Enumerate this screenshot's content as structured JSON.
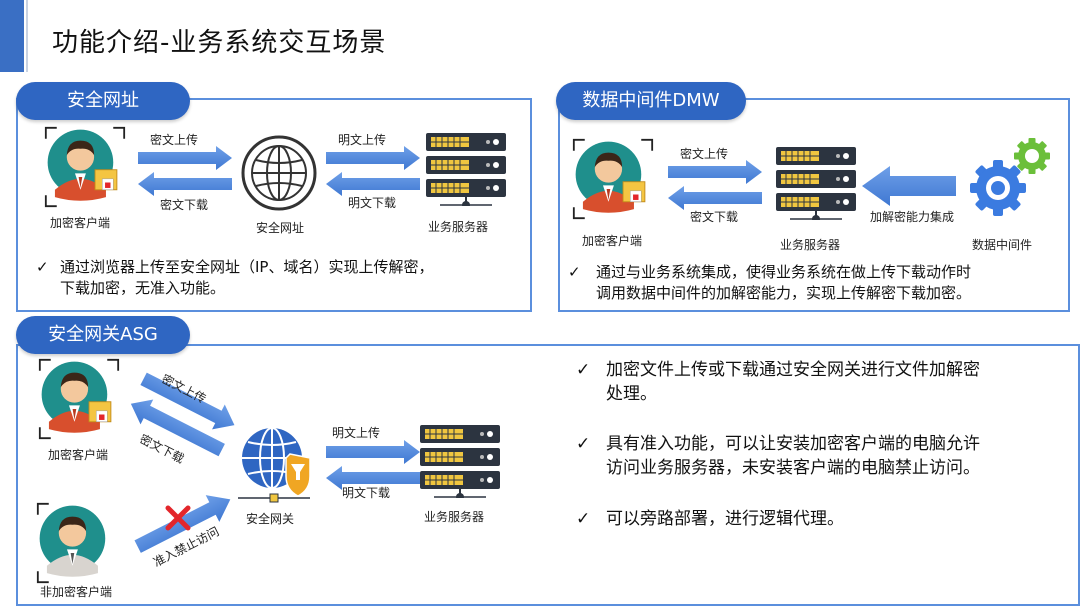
{
  "title": "功能介绍-业务系统交互场景",
  "section1": {
    "pill": "安全网址",
    "arrow_up": "密文上传",
    "arrow_down": "密文下载",
    "arrow_up2": "明文上传",
    "arrow_down2": "明文下载",
    "client": "加密客户端",
    "gateway": "安全网址",
    "server": "业务服务器",
    "check": "✓",
    "desc_line1": "通过浏览器上传至安全网址（IP、域名）实现上传解密，",
    "desc_line2": "下载加密，无准入功能。"
  },
  "section2": {
    "pill": "数据中间件DMW",
    "arrow_up": "密文上传",
    "arrow_down": "密文下载",
    "integration": "加解密能力集成",
    "client": "加密客户端",
    "server": "业务服务器",
    "middleware": "数据中间件",
    "check": "✓",
    "desc_line1": "通过与业务系统集成，使得业务系统在做上传下载动作时",
    "desc_line2": "调用数据中间件的加解密能力，实现上传解密下载加密。"
  },
  "section3": {
    "pill": "安全网关ASG",
    "arrow_up": "密文上传",
    "arrow_down": "密文下载",
    "arrow_up2": "明文上传",
    "arrow_down2": "明文下载",
    "blocked": "准入禁止访问",
    "client": "加密客户端",
    "nonclient": "非加密客户端",
    "gateway": "安全网关",
    "server": "业务服务器",
    "check": "✓",
    "bullets": [
      {
        "line1": "加密文件上传或下载通过安全网关进行文件加解密",
        "line2": "处理。"
      },
      {
        "line1": "具有准入功能，可以让安装加密客户端的电脑允许",
        "line2": "访问业务服务器，未安装客户端的电脑禁止访问。"
      },
      {
        "line1": "可以旁路部署，进行逻辑代理。",
        "line2": ""
      }
    ]
  },
  "colors": {
    "accent": "#2f66c2",
    "panel_border": "#5b8fdd",
    "arrow": "#5b8fdd",
    "block_x": "#e3262b"
  }
}
